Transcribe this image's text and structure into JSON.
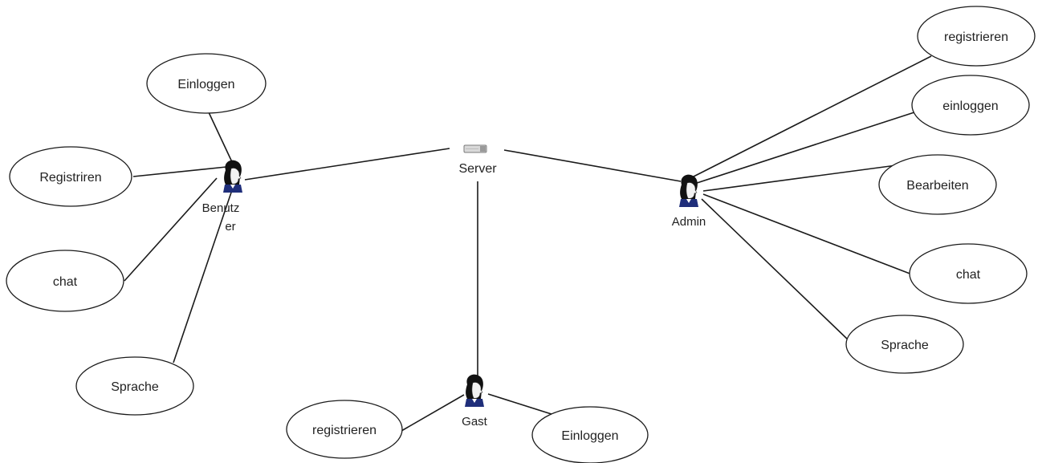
{
  "server": {
    "label": "Server",
    "icon": "server-icon"
  },
  "actors": {
    "benutzer": {
      "label_line1": "Benutz",
      "label_line2": "er",
      "icon": "person-icon"
    },
    "admin": {
      "label": "Admin",
      "icon": "person-icon"
    },
    "gast": {
      "label": "Gast",
      "icon": "person-icon"
    }
  },
  "use_cases": {
    "benutzer": [
      "Einloggen",
      "Registriren",
      "chat",
      "Sprache"
    ],
    "admin": [
      "registrieren",
      "einloggen",
      "Bearbeiten",
      "chat",
      "Sprache"
    ],
    "gast": [
      "registrieren",
      "Einloggen"
    ]
  },
  "colors": {
    "stroke": "#1a1a1a",
    "actor_hair": "#111111",
    "actor_body": "#1f2e7a",
    "actor_face": "#f2f2f2"
  }
}
